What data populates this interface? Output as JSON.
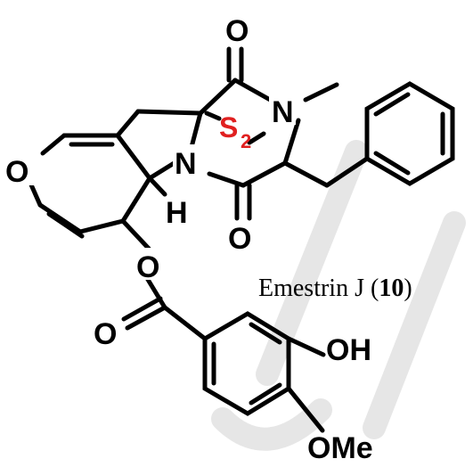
{
  "atoms": {
    "o_top": "O",
    "n_methyl": "N",
    "n_ring": "N",
    "o_oxepin": "O",
    "h_label": "H",
    "o_lower": "O",
    "o_ester": "O",
    "o_carbonyl": "O",
    "oh": "OH",
    "ome": "OMe"
  },
  "bridge": {
    "element": "S",
    "count": "2"
  },
  "caption": {
    "name": "Emestrin J (",
    "number": "10",
    "close": ")"
  },
  "colors": {
    "bridge": "#e02020",
    "bonds": "#000000"
  }
}
